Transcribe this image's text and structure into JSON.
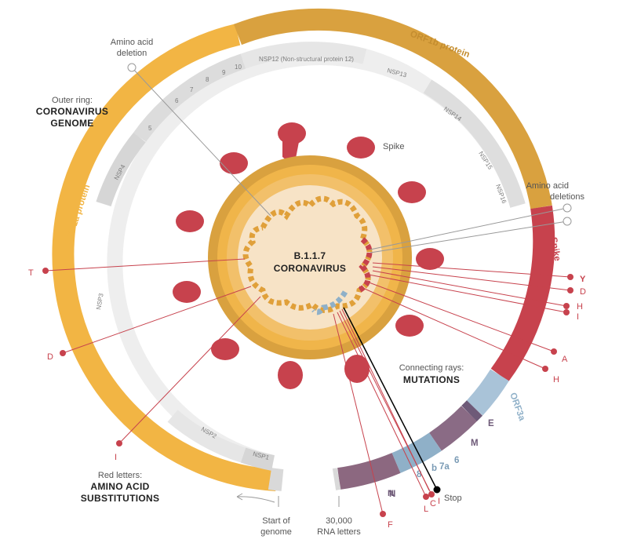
{
  "center": {
    "line1": "B.1.1.7",
    "line2": "CORONAVIRUS"
  },
  "annotations": {
    "amino_deletion": [
      "Amino acid",
      "deletion"
    ],
    "amino_deletions": [
      "Amino acid",
      "deletions"
    ],
    "outer_ring": [
      "Outer ring:",
      "CORONAVIRUS",
      "GENOME"
    ],
    "spike": "Spike",
    "connecting_rays": [
      "Connecting rays:",
      "MUTATIONS"
    ],
    "red_letters": [
      "Red letters:",
      "AMINO ACID",
      "SUBSTITUTIONS"
    ],
    "start": [
      "Start of",
      "genome"
    ],
    "end": [
      "30,000",
      "RNA letters"
    ],
    "stop": "Stop"
  },
  "proteins": [
    {
      "name": "ORF1a protein",
      "color": "#f2b544"
    },
    {
      "name": "ORF1b protein",
      "color": "#d9a13f"
    },
    {
      "name": "Spike",
      "color": "#c7424d"
    },
    {
      "name": "ORF3a",
      "color": "#a9c3d8"
    },
    {
      "name": "E",
      "color": "#6e5a78"
    },
    {
      "name": "M",
      "color": "#8a6b85"
    },
    {
      "name": "6",
      "color": "#6e5a78"
    },
    {
      "name": "7a",
      "color": "#7a9bb5"
    },
    {
      "name": "b",
      "color": "#7a9bb5"
    },
    {
      "name": "8",
      "color": "#7a9bb5"
    },
    {
      "name": "N",
      "color": "#8c6880"
    }
  ],
  "nsp_segments": [
    "NSP1",
    "NSP2",
    "NSP3",
    "NSP4",
    "5",
    "6",
    "7",
    "8",
    "9",
    "10",
    "NSP12 (Non-structural protein 12)",
    "NSP13",
    "NSP14",
    "NSP15",
    "NSP16"
  ],
  "mutations": [
    "T",
    "D",
    "I",
    "Y",
    "D",
    "H",
    "I",
    "A",
    "H",
    "N",
    "F",
    "L",
    "C",
    "I"
  ],
  "colors": {
    "mutation_red": "#c7424d",
    "stop_black": "#000000",
    "nsp_gray": "#d6d6d6"
  }
}
